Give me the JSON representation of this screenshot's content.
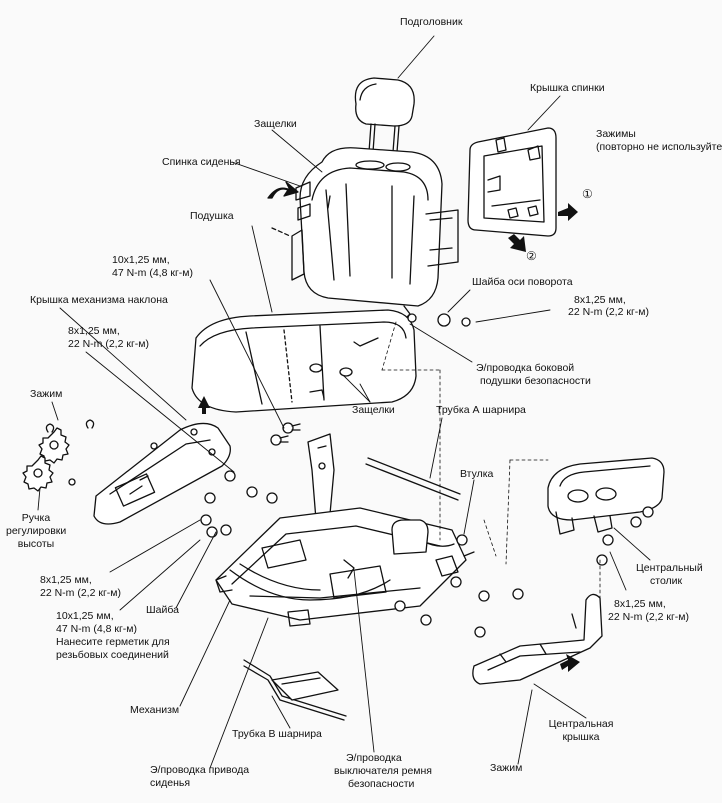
{
  "labels": {
    "headrest": "Подголовник",
    "back_cover": "Крышка спинки",
    "latches_top": "Защелки",
    "clips_line1": "Зажимы",
    "clips_line2": "(повторно не используйте)",
    "seat_back": "Спинка сиденья",
    "step1": "①",
    "step2": "②",
    "cushion": "Подушка",
    "bolt_10_line1": "10х1,25 мм,",
    "bolt_10_line2": "47 N-m (4,8 кг-м)",
    "pivot_washer": "Шайба оси поворота",
    "bolt_8_right_line1": "8х1,25 мм,",
    "bolt_8_right_line2": "22 N-m (2,2 кг-м)",
    "recline_cover": "Крышка механизма наклона",
    "bolt_8_left_line1": "8х1,25 мм,",
    "bolt_8_left_line2": "22 N-m (2,2 кг-м)",
    "side_airbag_line1": "Э/проводка боковой",
    "side_airbag_line2": "подушки безопасности",
    "clip_left": "Зажим",
    "latches_mid": "Защелки",
    "pipe_a": "Трубка А шарнира",
    "knob_line1": "Ручка",
    "knob_line2": "регулировки",
    "knob_line3": "высоты",
    "bushing": "Втулка",
    "bolt_8_low_line1": "8х1,25 мм,",
    "bolt_8_low_line2": "22 N-m (2,2 кг-м)",
    "table_line1": "Центральный",
    "table_line2": "столик",
    "bolt_10_low_line1": "10х1,25 мм,",
    "bolt_10_low_line2": "47 N-m (4,8 кг-м)",
    "bolt_10_low_line3": "Нанесите герметик для",
    "bolt_10_low_line4": "резьбовых соединений",
    "washer": "Шайба",
    "bolt_8_table_line1": "8х1,25 мм,",
    "bolt_8_table_line2": "22 N-m (2,2 кг-м)",
    "mechanism": "Механизм",
    "pipe_b": "Трубка В шарнира",
    "center_cover_line1": "Центральная",
    "center_cover_line2": "крышка",
    "clip_bottom": "Зажим",
    "seat_drive_line1": "Э/проводка привода",
    "seat_drive_line2": "сиденья",
    "belt_switch_line1": "Э/проводка",
    "belt_switch_line2": "выключателя ремня",
    "belt_switch_line3": "безопасности"
  }
}
